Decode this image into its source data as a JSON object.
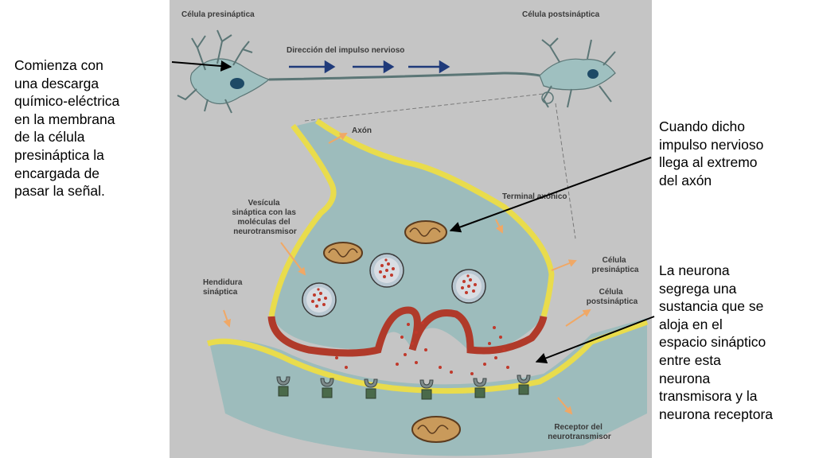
{
  "figure": {
    "labels": {
      "presynaptic_cell": "Célula presináptica",
      "postsynaptic_cell": "Célula postsináptica",
      "impulse_direction": "Dirección del impulso nervioso",
      "axon": "Axón",
      "terminal": "Terminal axónico",
      "vesicle": [
        "Vesícula",
        "sináptica con las",
        "moléculas del",
        "neurotransmisor"
      ],
      "cleft": [
        "Hendidura",
        "sináptica"
      ],
      "membrane_pre": [
        "Célula",
        "presináptica"
      ],
      "membrane_post": [
        "Célula",
        "postsináptica"
      ],
      "receptor": [
        "Receptor del",
        "neurotransmisor"
      ]
    },
    "colors": {
      "background": "#c5c5c5",
      "cytoplasm": "#9dbcbc",
      "membrane_yellow": "#e9dc4c",
      "membrane_red": "#b03a2a",
      "label_arrow": "#f0a866",
      "impulse_arrow": "#1f3a7a"
    }
  },
  "annotations": {
    "left": [
      "Comienza con",
      "una descarga",
      "químico-eléctrica",
      "en la membrana",
      "de la célula",
      "presináptica la",
      "encargada de",
      "pasar la señal."
    ],
    "right_top": [
      "Cuando dicho",
      "impulso nervioso",
      "llega al extremo",
      "del axón"
    ],
    "right_bottom": [
      "La neurona",
      "segrega una",
      "sustancia que se",
      "aloja en el",
      "espacio sináptico",
      "entre esta",
      "neurona",
      "transmisora y la",
      "neurona receptora"
    ]
  }
}
